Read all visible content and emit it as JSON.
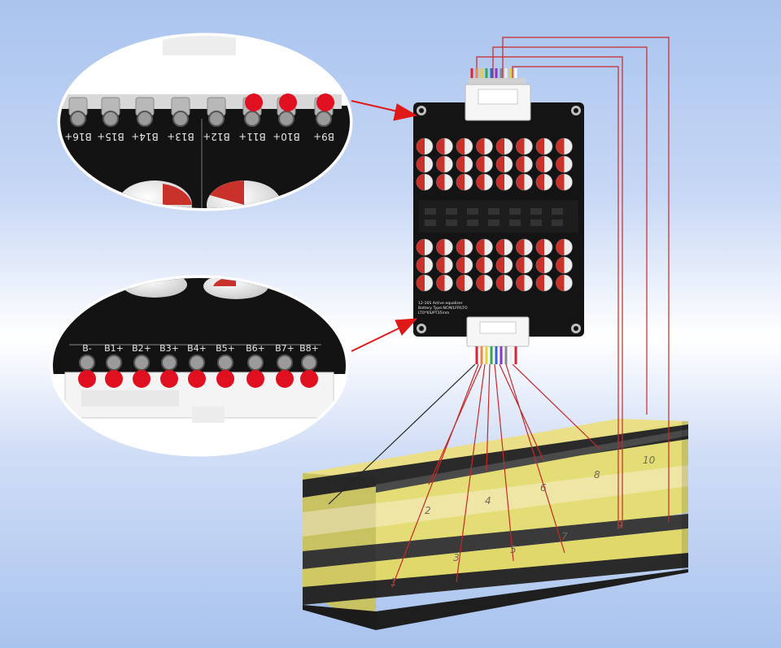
{
  "top_zoom_labels": [
    "B16+",
    "B15+",
    "B14+",
    "B13+",
    "B12+",
    "B11+",
    "B10+",
    "B9+"
  ],
  "bottom_zoom_labels": [
    "B-",
    "B1+",
    "B2+",
    "B3+",
    "B4+",
    "B5+",
    "B6+",
    "B7+",
    "B8+"
  ],
  "board_text": {
    "line1": "12-16S Active equalizer",
    "line2": "Battery Type:NCM/LFP/LTO",
    "line3": "LTO*6S/PT35mm"
  },
  "cell_marks": [
    "1",
    "2",
    "3",
    "4",
    "5",
    "6",
    "7",
    "8",
    "9",
    "10"
  ],
  "colors": {
    "background": "#b7cdf1",
    "pcb": "#141414",
    "capacitor_red": "#c8322a",
    "marker_dot": "#e01020",
    "wire_red": "#cc2a2a",
    "arrow": "#e01818",
    "battery_yellow": "#e7e07a"
  }
}
